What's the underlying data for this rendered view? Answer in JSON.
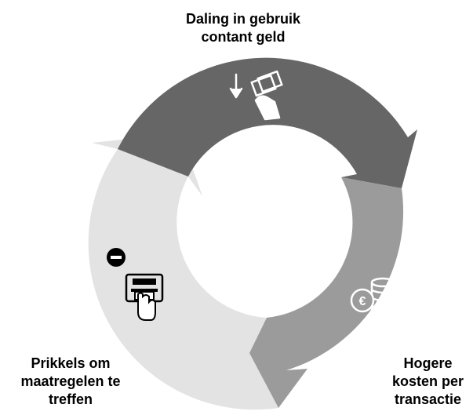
{
  "diagram": {
    "type": "cycle",
    "stages": [
      {
        "id": "decline-cash",
        "lines": [
          "Daling in gebruik",
          "contant geld"
        ],
        "color": "#666666",
        "icon": "cash-down-icon"
      },
      {
        "id": "higher-costs",
        "lines": [
          "Hogere",
          "kosten per",
          "transactie"
        ],
        "color": "#9a9a9a",
        "icon": "euro-coins-up-icon"
      },
      {
        "id": "incentives",
        "lines": [
          "Prikkels om",
          "maatregelen te",
          "treffen"
        ],
        "color": "#e2e2e2",
        "icon": "atm-minus-icon"
      }
    ]
  }
}
